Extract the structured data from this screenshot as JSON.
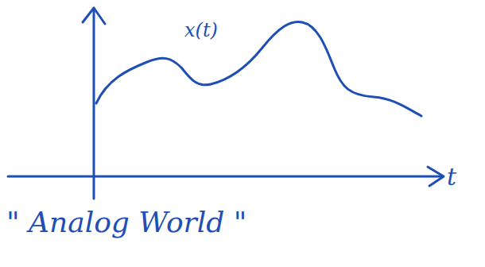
{
  "diagram": {
    "caption": "\" Analog World \"",
    "labels": [
      "x(t)",
      "t"
    ]
  }
}
